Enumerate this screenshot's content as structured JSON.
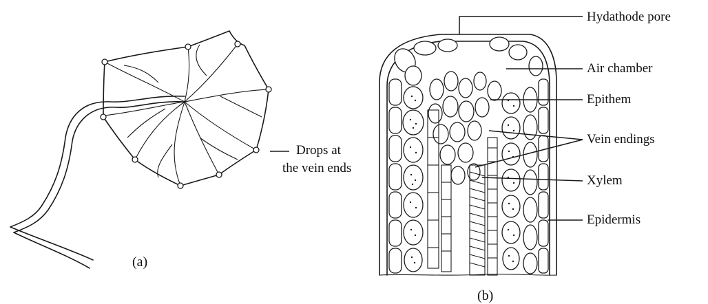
{
  "figure_a": {
    "panel_label": "(a)",
    "callout": {
      "line1": "Drops at",
      "line2": "the vein ends"
    }
  },
  "figure_b": {
    "panel_label": "(b)",
    "labels": {
      "hydathode_pore": "Hydathode pore",
      "air_chamber": "Air chamber",
      "epithem": "Epithem",
      "vein_endings": "Vein endings",
      "xylem": "Xylem",
      "epidermis": "Epidermis"
    }
  }
}
